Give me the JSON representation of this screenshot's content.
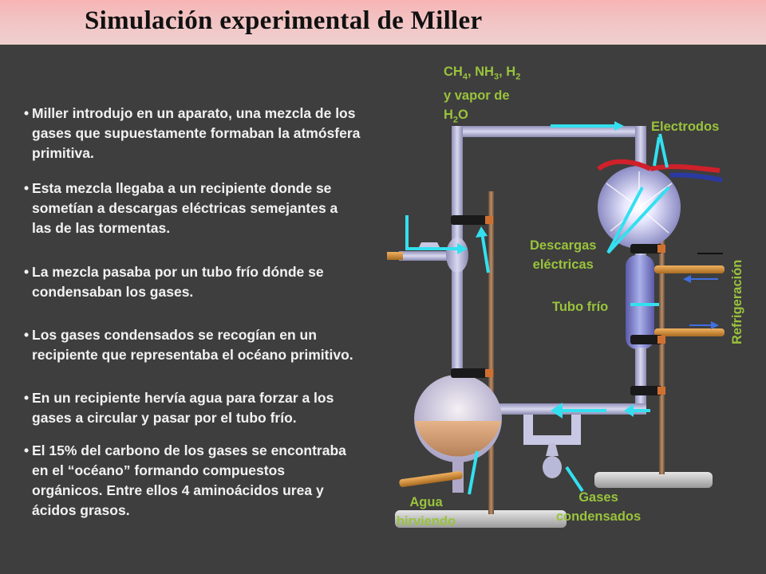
{
  "title": "Simulación experimental de Miller",
  "bullets": [
    {
      "lines": [
        "Miller introdujo en un aparato, una mezcla de los",
        "gases que supuestamente formaban la atmósfera",
        "primitiva."
      ]
    },
    {
      "lines": [
        "Esta mezcla llegaba a un recipiente donde se",
        "sometían a descargas eléctricas semejantes a",
        "las de las tormentas."
      ]
    },
    {
      "lines": [
        "La mezcla pasaba por un tubo frío dónde se",
        "condensaban los gases."
      ]
    },
    {
      "lines": [
        "Los gases condensados se recogían en un",
        "recipiente que representaba el océano primitivo."
      ]
    },
    {
      "lines": [
        "En un recipiente hervía agua para forzar a los",
        "gases a circular y pasar por el tubo frío."
      ]
    },
    {
      "lines": [
        "El 15% del carbono de los gases se encontraba",
        "en el “océano” formando compuestos",
        "orgánicos. Entre ellos 4 aminoácidos urea y",
        "ácidos grasos."
      ]
    }
  ],
  "labels": {
    "gases": {
      "line1": "CH4, NH3, H2",
      "line2": "y vapor de",
      "line3": "H2O"
    },
    "electrodos": "Electrodos",
    "descargas": {
      "line1": "Descargas",
      "line2": "eléctricas"
    },
    "tubo_frio": "Tubo frío",
    "refrigeracion": "Refrigeración",
    "agua": {
      "line1": "Agua",
      "line2": "hirviendo"
    },
    "gases_condensados": {
      "line1": "Gases",
      "line2": "condensados"
    }
  },
  "colors": {
    "label_green": "#9ac33c",
    "arrow_cyan": "#33e0f0",
    "arrow_blue": "#3f6fe0",
    "electrode_red": "#d0202a",
    "electrode_blue": "#2a3aa0"
  }
}
